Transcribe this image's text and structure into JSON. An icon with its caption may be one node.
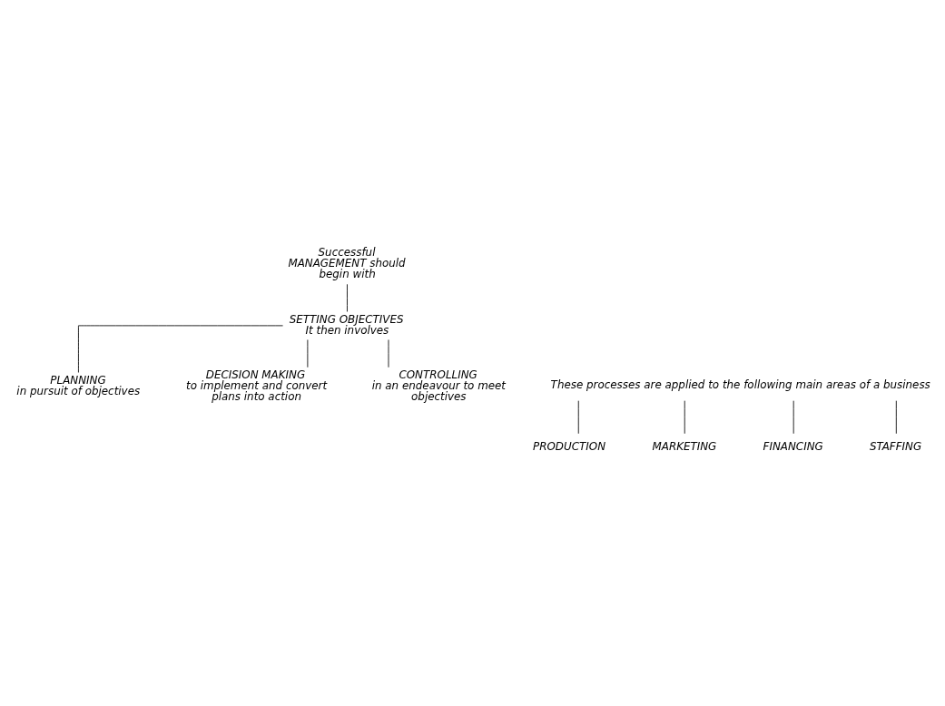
{
  "diagram": {
    "nodes": [
      {
        "text": [
          "Successful MANAGEMENT should begin with"
        ]
      },
      {
        "text": [
          "SETTING OBJECTIVES",
          "It then involves"
        ]
      },
      {
        "text": [
          "PLANNING",
          "in pursuit of objectives"
        ]
      },
      {
        "text": [
          "DECISION MAKING",
          "to implement and convert plans into action"
        ]
      },
      {
        "text": [
          "CONTROLLING",
          "in an endeavour to meet objectives"
        ]
      },
      {
        "text": [
          "These processes are applied to the following main areas of a business"
        ]
      },
      {
        "text": [
          "PRODUCTION"
        ]
      },
      {
        "text": [
          "MARKETING"
        ]
      },
      {
        "text": [
          "FINANCING"
        ]
      },
      {
        "text": [
          "STAFFING"
        ]
      }
    ],
    "edges": [
      {
        "from": 0,
        "to": 1,
        "arrow": "none"
      },
      {
        "from": 1,
        "to": 2,
        "arrow": "none"
      },
      {
        "from": 1,
        "to": 3,
        "arrow": "none"
      },
      {
        "from": 1,
        "to": 4,
        "arrow": "none"
      },
      {
        "from": 5,
        "to": 6,
        "arrow": "none"
      },
      {
        "from": 5,
        "to": 7,
        "arrow": "none"
      },
      {
        "from": 5,
        "to": 8,
        "arrow": "none"
      },
      {
        "from": 5,
        "to": 9,
        "arrow": "none"
      }
    ]
  }
}
